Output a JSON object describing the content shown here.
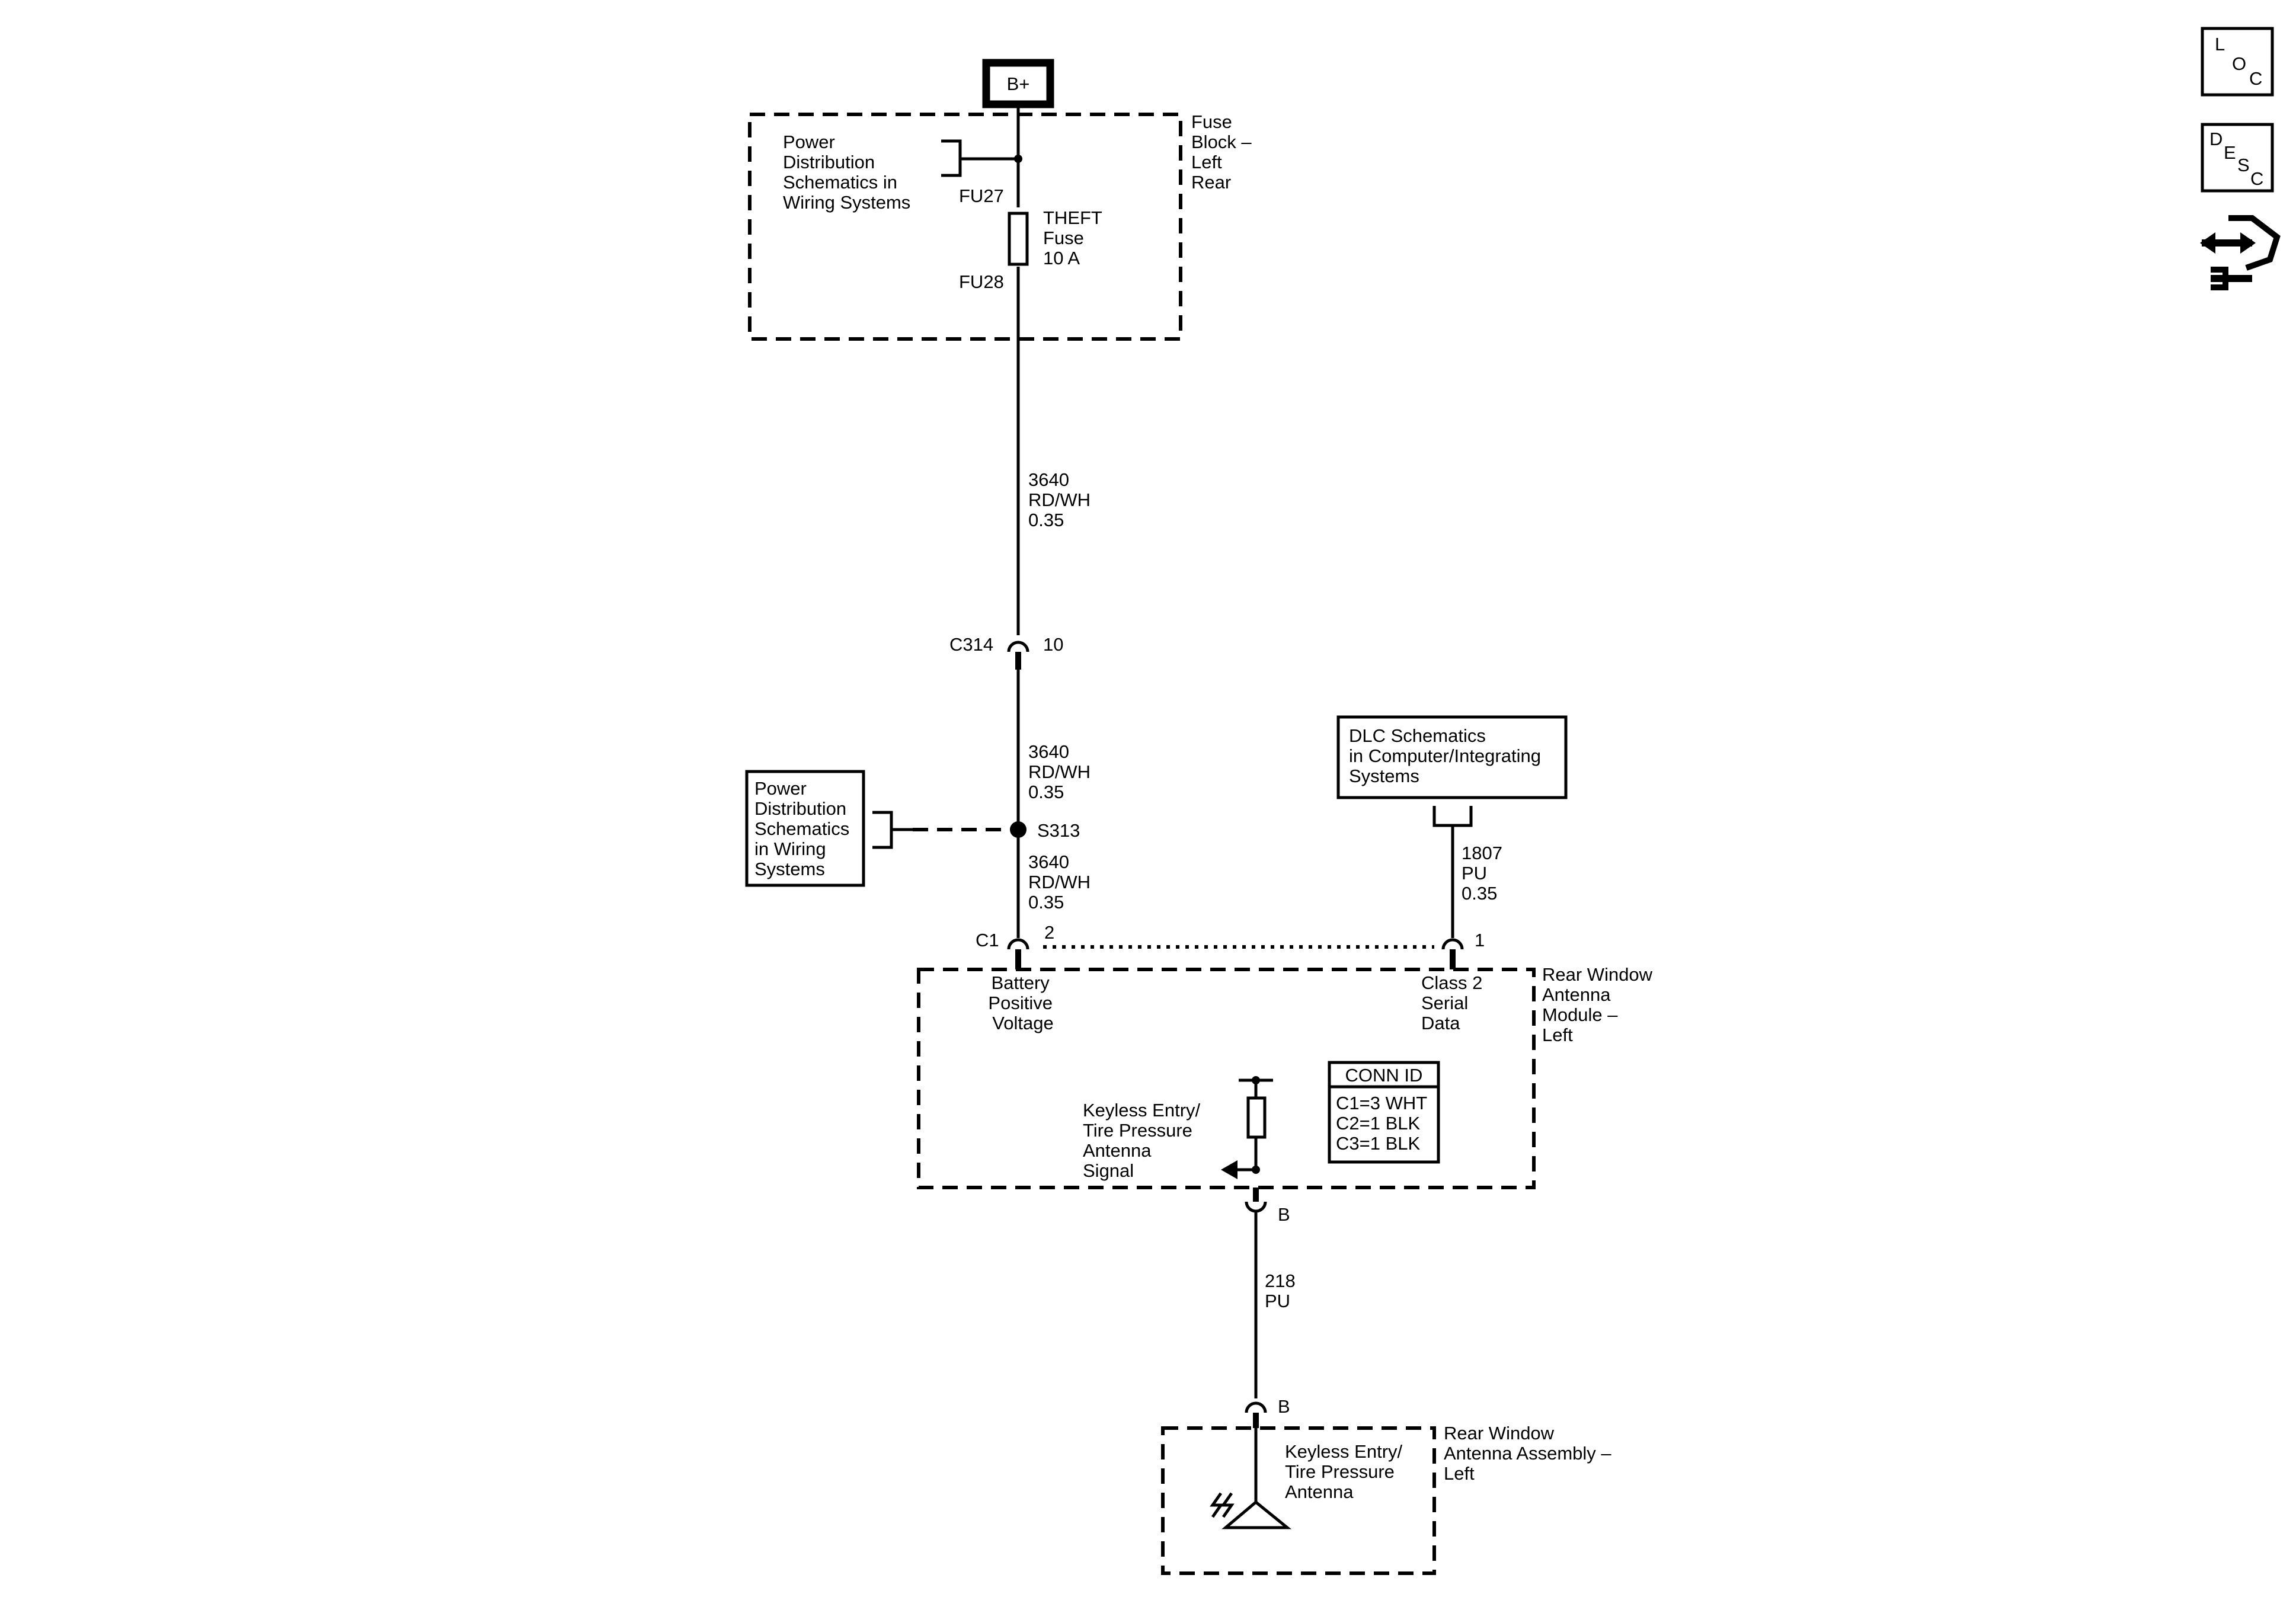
{
  "battery": "B+",
  "fuse_block": {
    "label": [
      "Fuse",
      "Block –",
      "Left",
      "Rear"
    ],
    "power_ref": [
      "Power",
      "Distribution",
      "Schematics in",
      "Wiring Systems"
    ],
    "terminal_in": "FU27",
    "terminal_out": "FU28",
    "fuse": [
      "THEFT",
      "Fuse",
      "10 A"
    ]
  },
  "wire_top": [
    "3640",
    "RD/WH",
    "0.35"
  ],
  "connector_c314": {
    "name": "C314",
    "pin": "10"
  },
  "wire_mid": [
    "3640",
    "RD/WH",
    "0.35"
  ],
  "splice": "S313",
  "power_ref_box": [
    "Power",
    "Distribution",
    "Schematics",
    "in Wiring",
    "Systems"
  ],
  "wire_low": [
    "3640",
    "RD/WH",
    "0.35"
  ],
  "dlc_box": [
    "DLC Schematics",
    "in Computer/Integrating",
    "Systems"
  ],
  "wire_dlc": [
    "1807",
    "PU",
    "0.35"
  ],
  "connector_c1": {
    "name": "C1",
    "pin_battery": "2",
    "pin_data": "1"
  },
  "module": {
    "label": [
      "Rear Window",
      "Antenna",
      "Module –",
      "Left"
    ],
    "battery_input": [
      "Battery",
      "Positive",
      "Voltage"
    ],
    "data_input": [
      "Class 2",
      "Serial",
      "Data"
    ],
    "signal": [
      "Keyless Entry/",
      "Tire Pressure",
      "Antenna",
      "Signal"
    ]
  },
  "conn_id": {
    "title": "CONN ID",
    "rows": [
      "C1=3 WHT",
      "C2=1 BLK",
      "C3=1 BLK"
    ]
  },
  "pin_b_top": "B",
  "wire_antenna": [
    "218",
    "PU"
  ],
  "pin_b_bottom": "B",
  "antenna_assembly": {
    "label": [
      "Rear Window",
      "Antenna Assembly –",
      "Left"
    ],
    "antenna": [
      "Keyless Entry/",
      "Tire Pressure",
      "Antenna"
    ]
  },
  "side_icons": {
    "loc": [
      "L",
      "O",
      "C"
    ],
    "desc": [
      "D",
      "E",
      "S",
      "C"
    ],
    "flow_icon": "navigation-arrows-icon"
  }
}
